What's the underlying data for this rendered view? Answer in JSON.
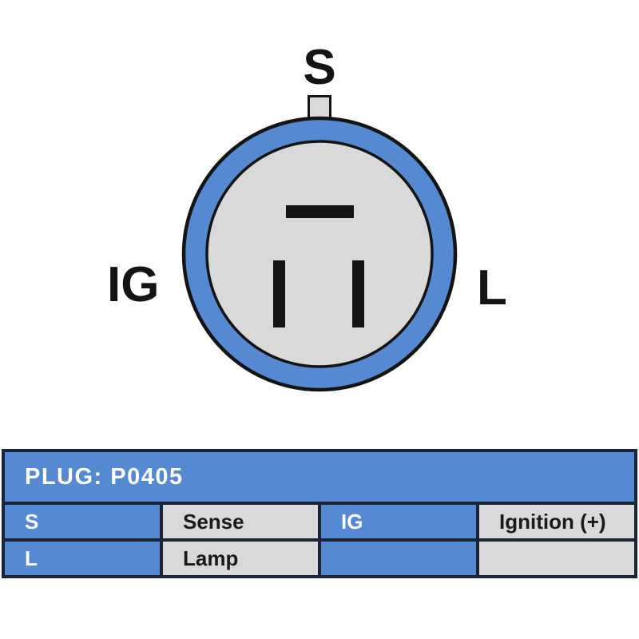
{
  "colors": {
    "blue": "#5589d2",
    "face-gray": "#d9d9d9",
    "navy": "#1b2437",
    "ink": "#141414",
    "text-dark": "#1a1a1a",
    "white": "#ffffff"
  },
  "diagram": {
    "top_label": "S",
    "left_label": "IG",
    "right_label": "L"
  },
  "table": {
    "title": "PLUG: P0405",
    "rows": [
      {
        "cells": [
          {
            "label": "S"
          },
          {
            "value": "Sense"
          },
          {
            "label": "IG"
          },
          {
            "value": "Ignition (+)"
          }
        ]
      },
      {
        "cells": [
          {
            "label": "L"
          },
          {
            "value": "Lamp"
          },
          {
            "label": ""
          },
          {
            "value": ""
          }
        ]
      }
    ]
  }
}
